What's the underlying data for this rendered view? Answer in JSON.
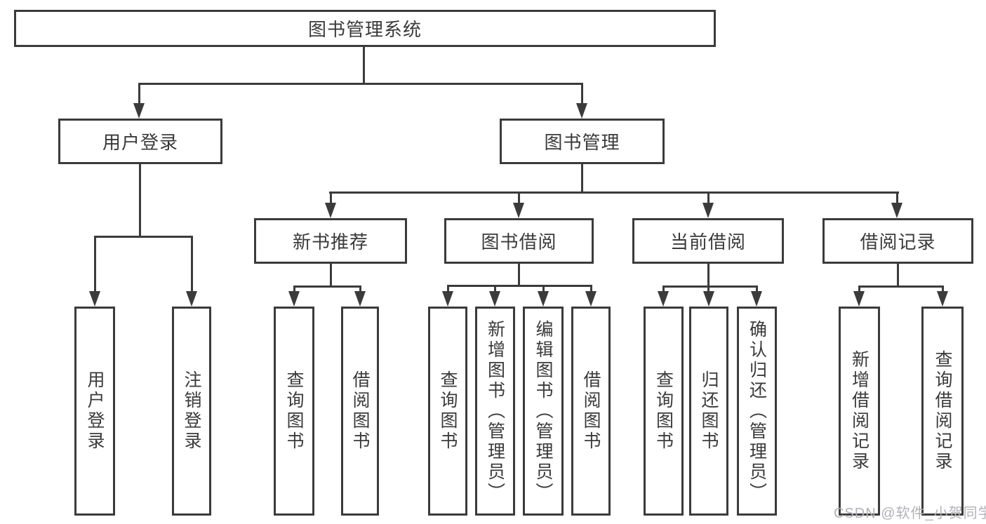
{
  "diagram": {
    "root": "图书管理系统",
    "level2": [
      "用户登录",
      "图书管理"
    ],
    "level3": [
      "新书推荐",
      "图书借阅",
      "当前借阅",
      "借阅记录"
    ],
    "leaves": {
      "user": [
        "用户登录",
        "注销登录"
      ],
      "newbook": [
        "查询图书",
        "借阅图书"
      ],
      "borrow": [
        "查询图书",
        "新增图书（管理员）",
        "编辑图书（管理员）",
        "借阅图书"
      ],
      "current": [
        "查询图书",
        "归还图书",
        "确认归还（管理员）"
      ],
      "records": [
        "新增借阅记录",
        "查询借阅记录"
      ]
    },
    "watermark": "CSDN @软件_小贺同学",
    "colors": {
      "line": "#3b3b3b",
      "text": "#3a3a3a",
      "watermark": "#b2b1b8",
      "background": "#ffffff"
    }
  }
}
